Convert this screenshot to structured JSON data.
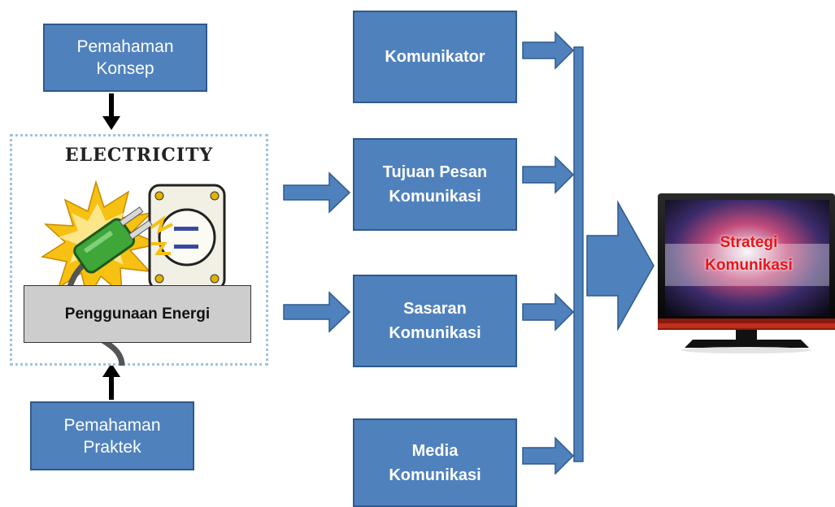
{
  "left_column": {
    "concept_label": "Pemahaman\nKonsep",
    "practice_label": "Pemahaman\nPraktek",
    "clipart_title": "ELECTRICITY",
    "usage_label": "Penggunaan Energi"
  },
  "components": [
    {
      "label": "Komunikator"
    },
    {
      "label": "Tujuan Pesan\nKomunikasi"
    },
    {
      "label": "Sasaran\nKomunikasi"
    },
    {
      "label": "Media\nKomunikasi"
    }
  ],
  "result": {
    "label": "Strategi\nKomunikasi"
  },
  "colors": {
    "box_fill": "#4f81bd",
    "box_border": "#2e5a8c",
    "result_text": "#e8141a",
    "usage_fill": "#cdcdcd"
  }
}
